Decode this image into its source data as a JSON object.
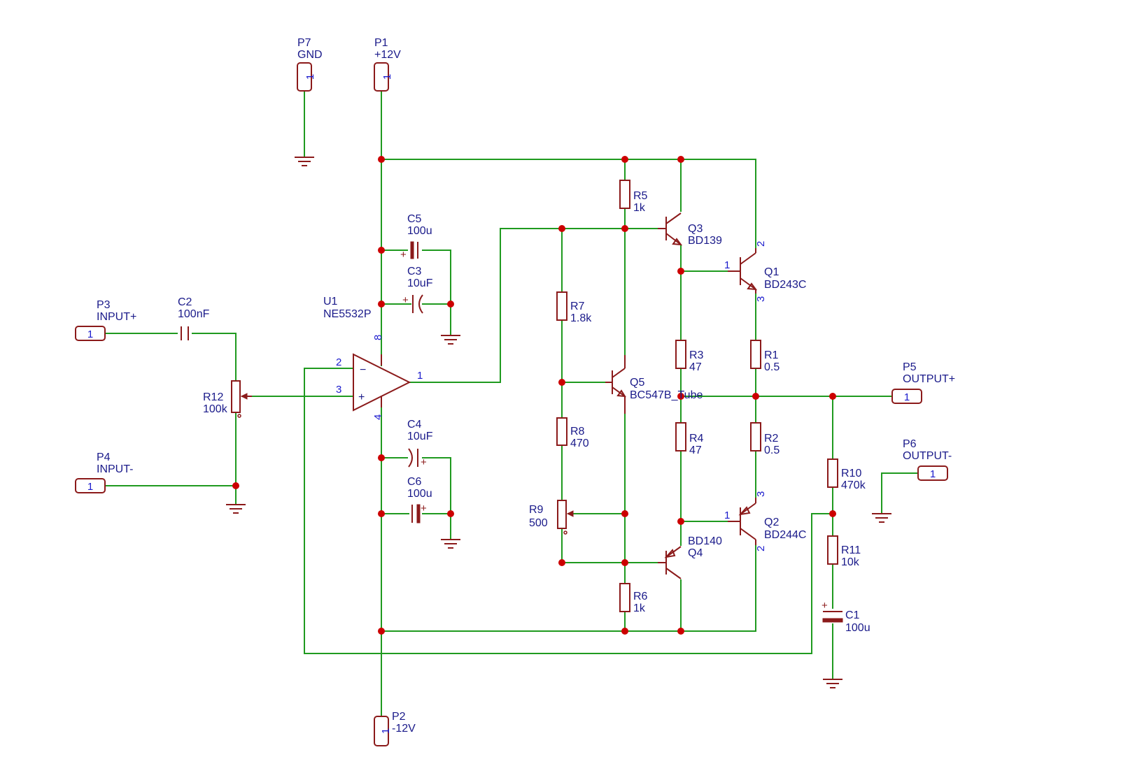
{
  "components": {
    "P7": {
      "ref": "P7",
      "value": "GND",
      "pin": "1"
    },
    "P1": {
      "ref": "P1",
      "value": "+12V",
      "pin": "1"
    },
    "P2": {
      "ref": "P2",
      "value": "-12V",
      "pin": "1"
    },
    "P3": {
      "ref": "P3",
      "value": "INPUT+",
      "pin": "1"
    },
    "P4": {
      "ref": "P4",
      "value": "INPUT-",
      "pin": "1"
    },
    "P5": {
      "ref": "P5",
      "value": "OUTPUT+",
      "pin": "1"
    },
    "P6": {
      "ref": "P6",
      "value": "OUTPUT-",
      "pin": "1"
    },
    "C2": {
      "ref": "C2",
      "value": "100nF"
    },
    "R12": {
      "ref": "R12",
      "value": "100k"
    },
    "U1": {
      "ref": "U1",
      "value": "NE5532P",
      "pin_inv": "2",
      "pin_noninv": "3",
      "pin_out": "1",
      "pin_vplus": "8",
      "pin_vminus": "4",
      "minus": "−",
      "plus": "+"
    },
    "C5": {
      "ref": "C5",
      "value": "100u",
      "polarity": "+"
    },
    "C3": {
      "ref": "C3",
      "value": "10uF",
      "polarity": "+"
    },
    "C4": {
      "ref": "C4",
      "value": "10uF",
      "polarity": "+"
    },
    "C6": {
      "ref": "C6",
      "value": "100u",
      "polarity": "+"
    },
    "R5": {
      "ref": "R5",
      "value": "1k"
    },
    "R7": {
      "ref": "R7",
      "value": "1.8k"
    },
    "R8": {
      "ref": "R8",
      "value": "470"
    },
    "R9": {
      "ref": "R9",
      "value": "500"
    },
    "R6": {
      "ref": "R6",
      "value": "1k"
    },
    "Q5": {
      "ref": "Q5",
      "value": "BC547B_Tube"
    },
    "Q3": {
      "ref": "Q3",
      "value": "BD139"
    },
    "Q4": {
      "ref": "Q4",
      "value": "BD140"
    },
    "R3": {
      "ref": "R3",
      "value": "47"
    },
    "R4": {
      "ref": "R4",
      "value": "47"
    },
    "Q1": {
      "ref": "Q1",
      "value": "BD243C",
      "pin_b": "1",
      "pin_c": "2",
      "pin_e": "3"
    },
    "Q2": {
      "ref": "Q2",
      "value": "BD244C",
      "pin_b": "1",
      "pin_c": "2",
      "pin_e": "3"
    },
    "R1": {
      "ref": "R1",
      "value": "0.5"
    },
    "R2": {
      "ref": "R2",
      "value": "0.5"
    },
    "R10": {
      "ref": "R10",
      "value": "470k"
    },
    "R11": {
      "ref": "R11",
      "value": "10k"
    },
    "C1": {
      "ref": "C1",
      "value": "100u",
      "polarity": "+"
    }
  },
  "colors": {
    "wire": "#1f9a1f",
    "component": "#8b1a1a",
    "junction": "#cc0000",
    "label": "#1a1a8a",
    "pin_number": "#1a1acc",
    "background": "#ffffff"
  }
}
